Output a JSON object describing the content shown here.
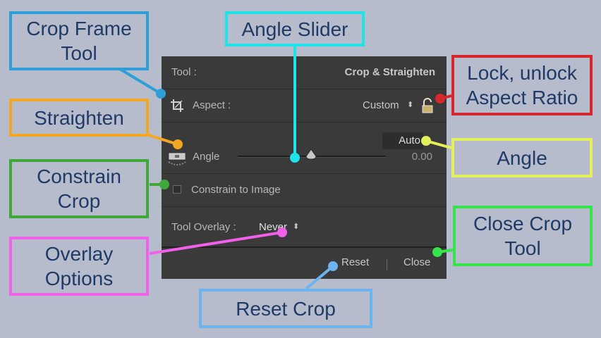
{
  "panel": {
    "tool_label": "Tool :",
    "tool_value": "Crop & Straighten",
    "aspect_label": "Aspect :",
    "aspect_value": "Custom",
    "aspect_arrows": "⬍",
    "auto_label": "Auto",
    "angle_label": "Angle",
    "angle_value": "0.00",
    "constrain_label": "Constrain to Image",
    "constrain_checked": false,
    "overlay_label": "Tool Overlay :",
    "overlay_value": "Never",
    "reset_label": "Reset",
    "close_label": "Close"
  },
  "callouts": {
    "crop_frame_tool": [
      "Crop Frame",
      "Tool"
    ],
    "angle_slider": [
      "Angle Slider"
    ],
    "lock_aspect": [
      "Lock, unlock",
      "Aspect Ratio"
    ],
    "straighten": [
      "Straighten"
    ],
    "angle": [
      "Angle"
    ],
    "constrain_crop": [
      "Constrain",
      "Crop"
    ],
    "close_crop_tool": [
      "Close Crop",
      "Tool"
    ],
    "overlay_options": [
      "Overlay",
      "Options"
    ],
    "reset_crop": [
      "Reset Crop"
    ]
  },
  "colors": {
    "crop_frame_tool": "#2e9fd6",
    "angle_slider": "#1ee3e8",
    "lock_aspect": "#d7262c",
    "straighten": "#f5a623",
    "angle": "#e3f05a",
    "constrain_crop": "#3fa93a",
    "close_crop_tool": "#35e34a",
    "overlay_options": "#f060ea",
    "reset_crop": "#6cb4ee"
  }
}
